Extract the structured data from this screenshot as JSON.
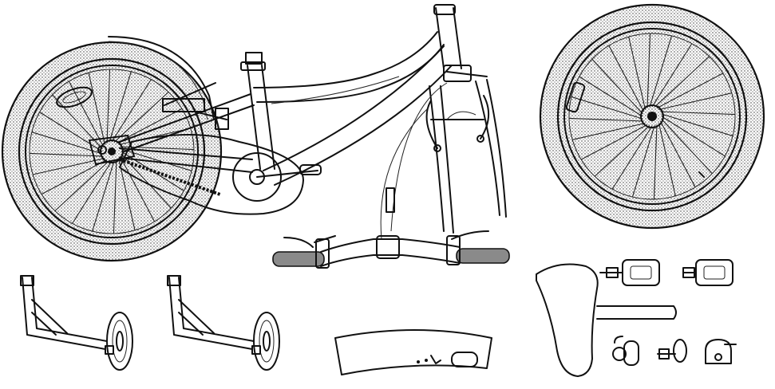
{
  "diagram": {
    "ink": "#111111",
    "background": "#ffffff",
    "grip_fill": "#8a8a8a",
    "parts": [
      {
        "id": "bike-frame",
        "icon": "bicycle-frame-with-rear-wheel"
      },
      {
        "id": "front-wheel",
        "icon": "bicycle-wheel"
      },
      {
        "id": "handlebar",
        "icon": "handlebar-with-brake-levers"
      },
      {
        "id": "front-fork",
        "icon": "fork-with-v-brake"
      },
      {
        "id": "training-wheel-left",
        "icon": "training-wheel"
      },
      {
        "id": "training-wheel-right",
        "icon": "training-wheel"
      },
      {
        "id": "front-fender",
        "icon": "mudguard"
      },
      {
        "id": "saddle",
        "icon": "seat-with-seatpost"
      },
      {
        "id": "pedal-left",
        "icon": "pedal"
      },
      {
        "id": "pedal-right",
        "icon": "pedal"
      },
      {
        "id": "reflector-bolt-1",
        "icon": "reflector-mount"
      },
      {
        "id": "reflector-bolt-2",
        "icon": "reflector-mount"
      },
      {
        "id": "bell",
        "icon": "bell"
      }
    ]
  }
}
